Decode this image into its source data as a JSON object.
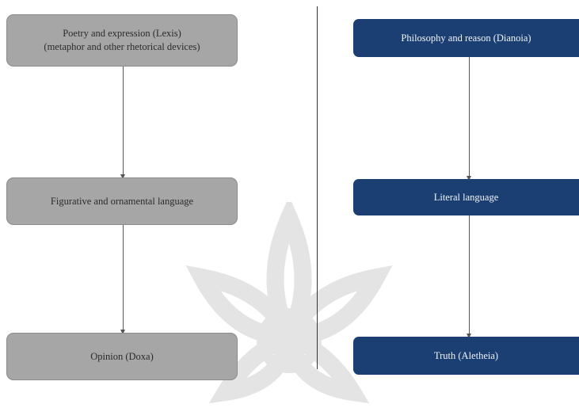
{
  "diagram": {
    "left_column": {
      "top": {
        "line1": "Poetry and expression (Lexis)",
        "line2": "(metaphor and other rhetorical devices)"
      },
      "middle": {
        "label": "Figurative and ornamental language"
      },
      "bottom": {
        "label": "Opinion (Doxa)"
      }
    },
    "right_column": {
      "top": {
        "label": "Philosophy and reason (Dianoia)"
      },
      "middle": {
        "label": "Literal language"
      },
      "bottom": {
        "label": "Truth (Aletheia)"
      }
    }
  },
  "colors": {
    "left_box": "#a6a6a6",
    "right_box": "#1b3f73",
    "watermark": "#9a9a9a"
  },
  "icons": {
    "watermark": "starburst-watermark-icon"
  }
}
